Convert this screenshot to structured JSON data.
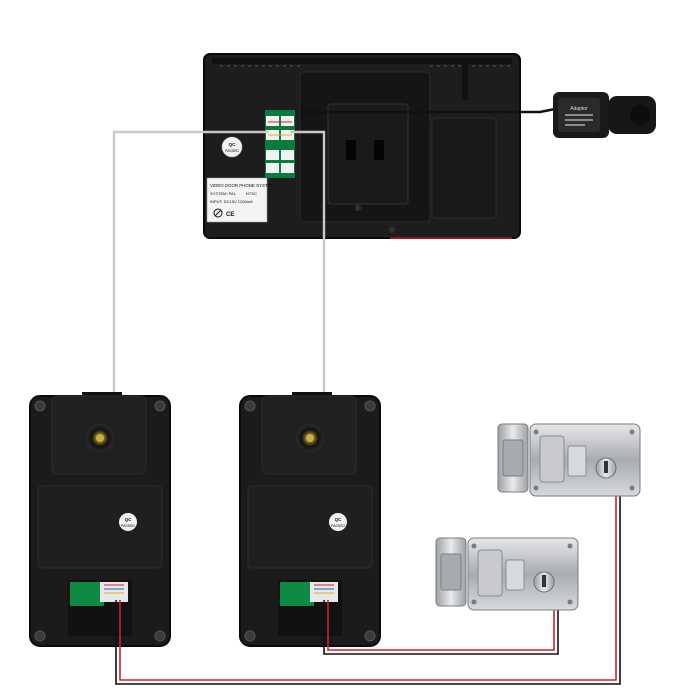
{
  "monitor": {
    "label_title": "VIDEO DOOR PHONE SYSTEM",
    "label_system": "SYSTEM: PAL",
    "label_ntsc": "NTSC",
    "label_input": "INPUT: DC15V 1200mA",
    "qc_line1": "QC",
    "qc_line2": "PASSED"
  },
  "camera_left": {
    "qc_line1": "QC",
    "qc_line2": "PASSED"
  },
  "camera_right": {
    "qc_line1": "QC",
    "qc_line2": "PASSED"
  },
  "adapter": {
    "label": "Adaptor"
  },
  "colors": {
    "device_body": "#1c1c1c",
    "wire_gray": "#c9c9c9",
    "wire_red": "#d0202a",
    "wire_black": "#111111",
    "lock_metal": "#b8babd"
  },
  "icons": {
    "mount_hole": "circle",
    "terminal_block": "rect"
  }
}
